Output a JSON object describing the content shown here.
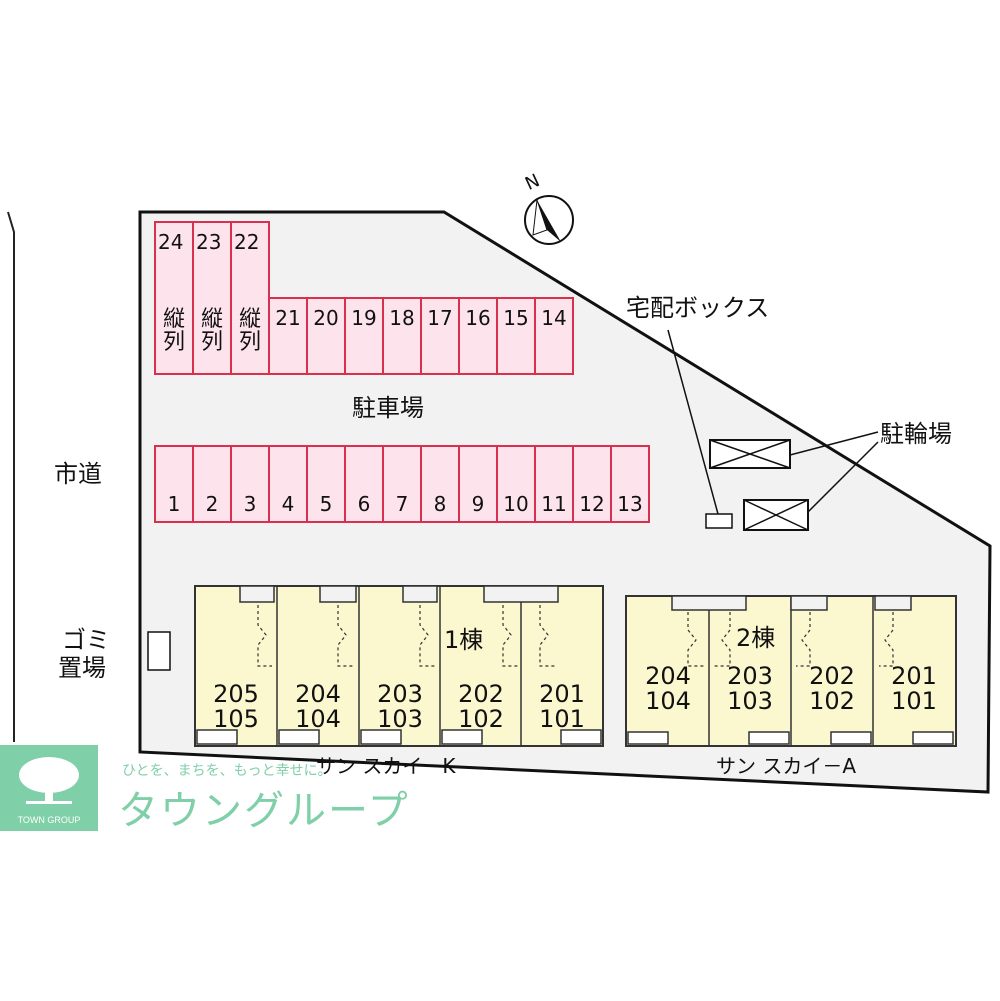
{
  "compass": {
    "north_label": "N"
  },
  "labels": {
    "road": "市道",
    "parking": "駐車場",
    "delivery_box": "宅配ボックス",
    "bicycle_parking": "駐輪場",
    "garbage_1": "ゴミ",
    "garbage_2": "置場",
    "building1_name": "1棟",
    "building2_name": "2棟",
    "building1_title": "サン スカイ－K",
    "building2_title": "サン スカイ－A"
  },
  "parking_top_tall": [
    {
      "num": "24",
      "note1": "縦",
      "note2": "列"
    },
    {
      "num": "23",
      "note1": "縦",
      "note2": "列"
    },
    {
      "num": "22",
      "note1": "縦",
      "note2": "列"
    }
  ],
  "parking_top_row": [
    "21",
    "20",
    "19",
    "18",
    "17",
    "16",
    "15",
    "14"
  ],
  "parking_bottom_row": [
    "1",
    "2",
    "3",
    "4",
    "5",
    "6",
    "7",
    "8",
    "9",
    "10",
    "11",
    "12",
    "13"
  ],
  "building1_units": [
    {
      "upper": "205",
      "lower": "105"
    },
    {
      "upper": "204",
      "lower": "104"
    },
    {
      "upper": "203",
      "lower": "103"
    },
    {
      "upper": "202",
      "lower": "102"
    },
    {
      "upper": "201",
      "lower": "101"
    }
  ],
  "building2_units": [
    {
      "upper": "204",
      "lower": "104"
    },
    {
      "upper": "203",
      "lower": "103"
    },
    {
      "upper": "202",
      "lower": "102"
    },
    {
      "upper": "201",
      "lower": "101"
    }
  ],
  "watermark": {
    "tagline": "ひとを、まちを、もっと幸せに。",
    "brand": "タウングループ",
    "logo_text": "TOWN GROUP"
  },
  "colors": {
    "lot": "#f2f2f2",
    "parking_fill": "#fde4ec",
    "parking_stroke": "#d8304f",
    "building_fill": "#fbf7cf",
    "logo_green": "#7fcfa8"
  }
}
